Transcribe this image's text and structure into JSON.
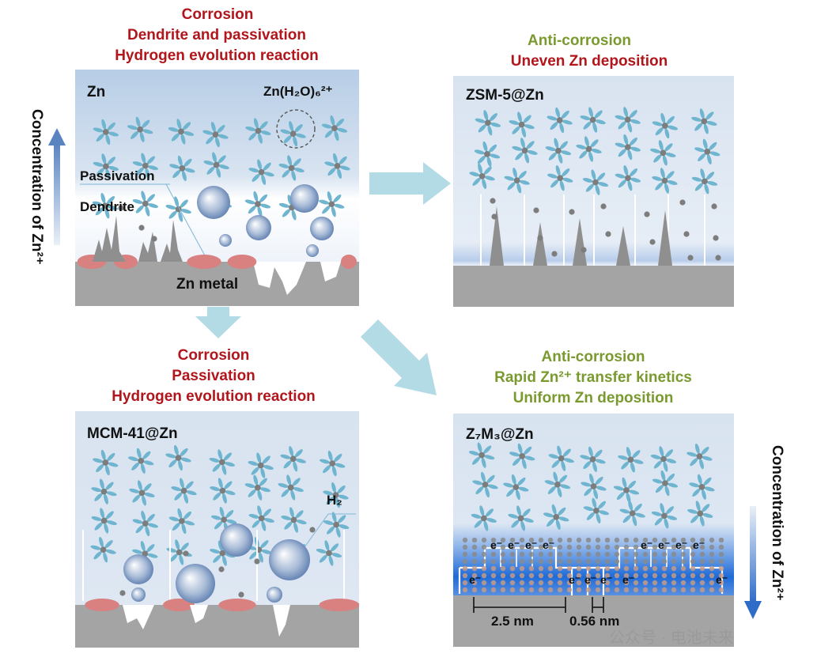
{
  "panel_a": {
    "captions": [
      "Corrosion",
      "Dendrite and passivation",
      "Hydrogen evolution reaction"
    ],
    "title": "Zn",
    "ion_label": "Zn(H₂O)₆²⁺",
    "passivation_label": "Passivation",
    "dendrite_label": "Dendrite",
    "metal_label": "Zn metal"
  },
  "panel_b": {
    "captions": [
      "Anti-corrosion",
      "Uneven Zn deposition"
    ],
    "caption_colors": [
      "#7a9a2f",
      "#b0161b"
    ],
    "title": "ZSM-5@Zn"
  },
  "panel_c": {
    "captions": [
      "Corrosion",
      "Passivation",
      "Hydrogen evolution reaction"
    ],
    "title": "MCM-41@Zn",
    "h2_label": "H₂"
  },
  "panel_d": {
    "captions": [
      "Anti-corrosion",
      "Rapid Zn²⁺ transfer kinetics",
      "Uniform Zn deposition"
    ],
    "title": "Z₇M₃@Zn",
    "electron_label": "e⁻",
    "dim_a": "2.5 nm",
    "dim_b": "0.56 nm"
  },
  "left_axis_label": "Concentration of Zn²⁺",
  "right_axis_label": "Concentration of Zn²⁺",
  "watermark": "公众号 · 电池未来",
  "colors": {
    "red": "#b0161b",
    "green": "#7a9a2f",
    "electrolyte": "#cfdcec",
    "metal": "#a4a4a4",
    "passivation": "#d98080",
    "ion_petal": "#6fb5d0",
    "ion_core": "#7d7d7d",
    "arrow": "#b3dbe6"
  }
}
